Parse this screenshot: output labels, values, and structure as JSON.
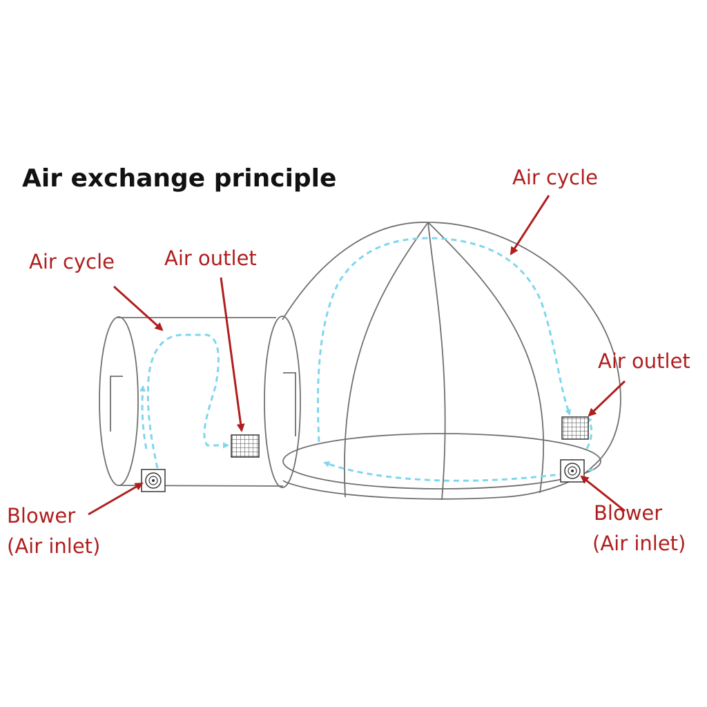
{
  "title": "Air exchange principle",
  "colors": {
    "label": "#b01d1d",
    "outline": "#6f6f6f",
    "airflow": "#7ed6ee",
    "title": "#111111"
  },
  "labels": {
    "left_air_cycle": "Air cycle",
    "left_air_outlet": "Air outlet",
    "left_blower": "Blower",
    "left_air_inlet": "(Air inlet)",
    "right_air_cycle": "Air cycle",
    "right_air_outlet": "Air outlet",
    "right_blower": "Blower",
    "right_air_inlet": "(Air inlet)"
  },
  "icons": {
    "outlet": "grid-vent-icon",
    "blower": "fan-icon"
  }
}
